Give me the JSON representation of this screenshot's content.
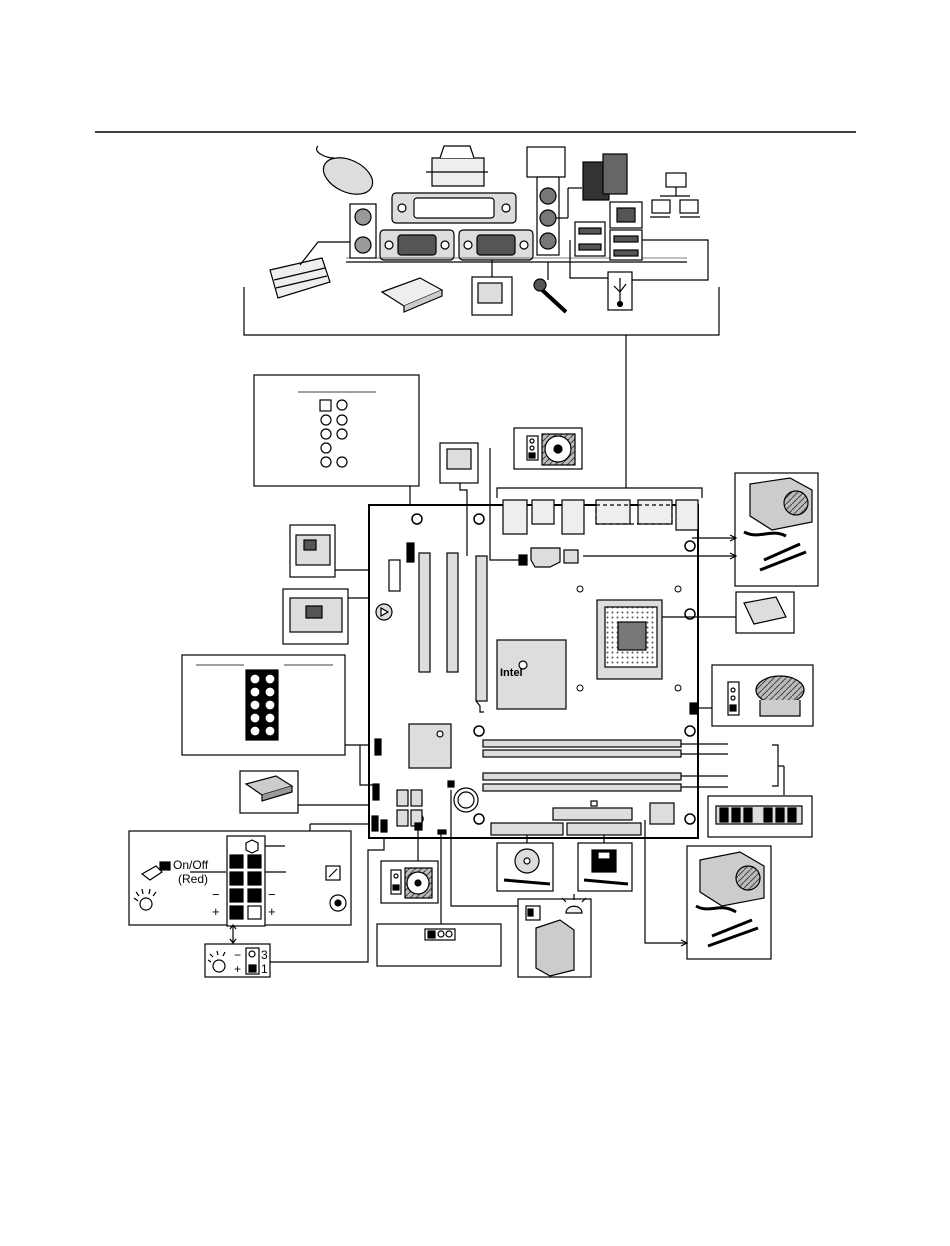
{
  "front_panel": {
    "power_label_line1": "On/Off",
    "power_label_line2": "(Red)",
    "pin_marks": [
      "−",
      "+",
      "−",
      "+"
    ]
  },
  "chassis_led": {
    "pin_3": "3",
    "pin_1": "1",
    "minus": "−",
    "plus": "+"
  },
  "chipset": {
    "brand": "Intel"
  }
}
